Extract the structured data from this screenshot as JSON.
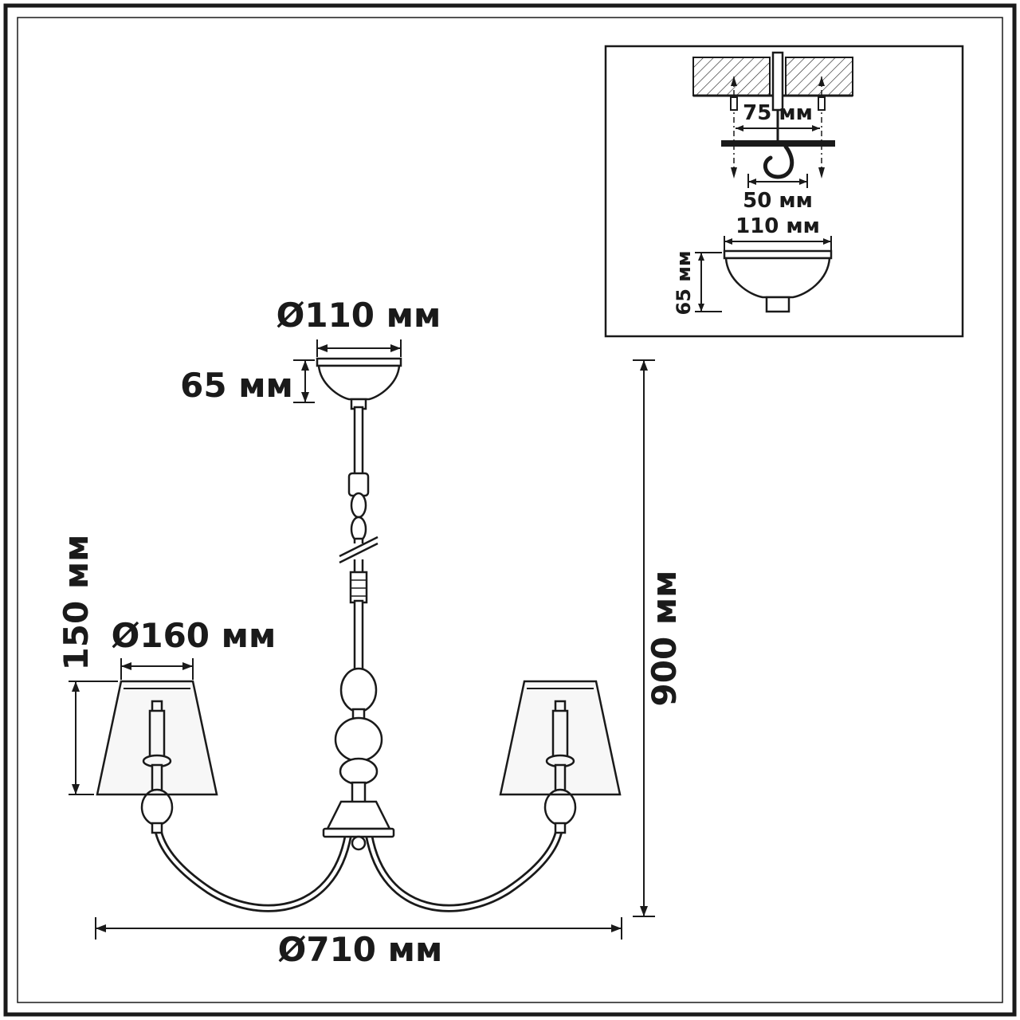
{
  "colors": {
    "line": "#1a1a1a",
    "background": "#ffffff"
  },
  "main_drawing": {
    "canopy_diameter_label": "Ø110 мм",
    "canopy_height_label": "65 мм",
    "shade_diameter_label": "Ø160 мм",
    "shade_height_label": "150 мм",
    "overall_height_label": "900 мм",
    "overall_width_label": "Ø710 мм"
  },
  "mount_inset": {
    "anchor_spacing_label": "75 мм",
    "hook_plate_width_label": "50 мм",
    "canopy_diameter_label": "110 мм",
    "canopy_height_label": "65 мм"
  }
}
